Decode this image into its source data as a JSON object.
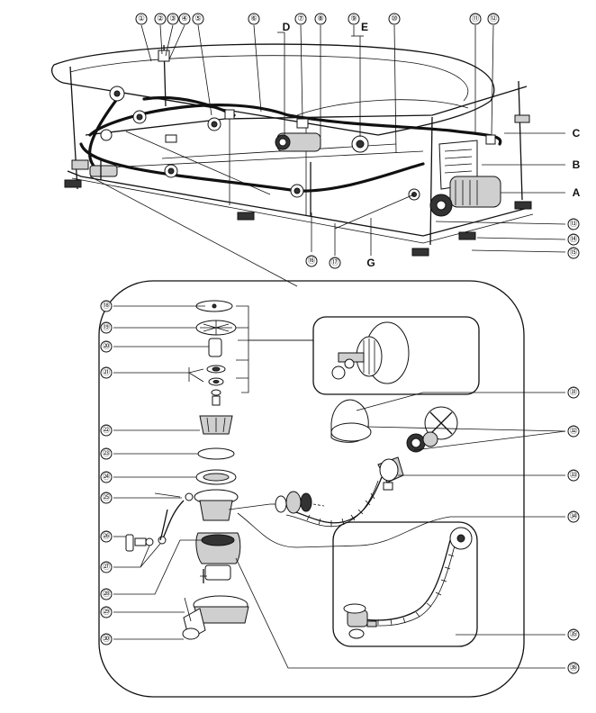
{
  "top_callouts": [
    {
      "id": "c1",
      "text": "①"
    },
    {
      "id": "c2",
      "text": "②"
    },
    {
      "id": "c3",
      "text": "③"
    },
    {
      "id": "c4",
      "text": "④"
    },
    {
      "id": "c5",
      "text": "⑤"
    },
    {
      "id": "c6",
      "text": "⑥"
    },
    {
      "id": "c7",
      "text": "⑦"
    },
    {
      "id": "c8",
      "text": "⑧"
    },
    {
      "id": "c9",
      "text": "⑨"
    },
    {
      "id": "c10",
      "text": "⑩"
    },
    {
      "id": "c11",
      "text": "⑪"
    },
    {
      "id": "c12",
      "text": "⑫"
    },
    {
      "id": "c13",
      "text": "⑬"
    },
    {
      "id": "c14",
      "text": "⑭"
    },
    {
      "id": "c15",
      "text": "⑮"
    },
    {
      "id": "c16",
      "text": "⑯"
    },
    {
      "id": "c17",
      "text": "⑰"
    }
  ],
  "letters": {
    "A": "A",
    "B": "B",
    "C": "C",
    "D": "D",
    "E": "E",
    "G": "G"
  },
  "left_callouts": [
    {
      "id": "c18",
      "text": "⑱"
    },
    {
      "id": "c19",
      "text": "⑲"
    },
    {
      "id": "c20",
      "text": "⑳"
    },
    {
      "id": "c21",
      "text": "㉑"
    },
    {
      "id": "c22",
      "text": "㉒"
    },
    {
      "id": "c23",
      "text": "㉓"
    },
    {
      "id": "c24",
      "text": "㉔"
    },
    {
      "id": "c25",
      "text": "㉕"
    },
    {
      "id": "c26",
      "text": "㉖"
    },
    {
      "id": "c27",
      "text": "㉗"
    },
    {
      "id": "c28",
      "text": "㉘"
    },
    {
      "id": "c29",
      "text": "㉙"
    },
    {
      "id": "c30",
      "text": "㉚"
    }
  ],
  "right_callouts": [
    {
      "id": "c31",
      "text": "㉛"
    },
    {
      "id": "c32",
      "text": "㉜"
    },
    {
      "id": "c33",
      "text": "㉝"
    },
    {
      "id": "c34",
      "text": "㉞"
    },
    {
      "id": "c35",
      "text": "㉟"
    },
    {
      "id": "c36",
      "text": "㊱"
    }
  ]
}
